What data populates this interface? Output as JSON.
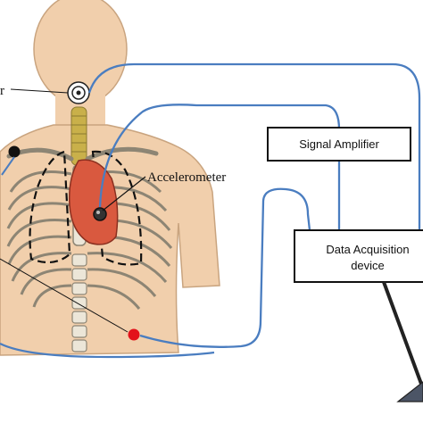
{
  "labels": {
    "cut_off_left": "r",
    "accelerometer": "Accelerometer",
    "signal_amplifier": "Signal Amplifier",
    "daq_line1": "Data Acquisition",
    "daq_line2": "device"
  },
  "colors": {
    "wire": "#4a7dc0",
    "skin": "#f1cfac",
    "skin_outline": "#c9a47f",
    "bone": "#ece6d8",
    "bone_outline": "#8d8574",
    "heart": "#d9593f",
    "trachea": "#c9b04a",
    "red_electrode": "#e3121b",
    "black_electrode": "#111111"
  }
}
